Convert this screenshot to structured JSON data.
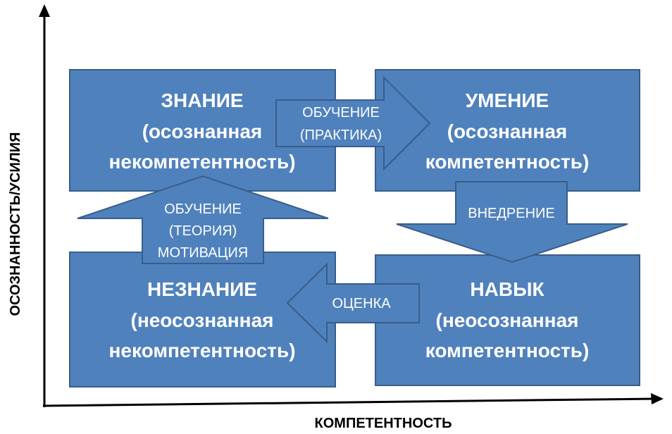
{
  "quadrants": {
    "knowledge": {
      "title": "ЗНАНИЕ",
      "line2": "(осознанная",
      "line3": "некомпетентность)"
    },
    "ability": {
      "title": "УМЕНИЕ",
      "line2": "(осознанная",
      "line3": "компетентность)"
    },
    "ignorance": {
      "title": "НЕЗНАНИЕ",
      "line2": "(неосознанная",
      "line3": "некомпетентность)"
    },
    "skill": {
      "title": "НАВЫК",
      "line2": "(неосознанная",
      "line3": "компетентность)"
    }
  },
  "arrows": {
    "practice": {
      "line1": "ОБУЧЕНИЕ",
      "line2": "(ПРАКТИКА)"
    },
    "theory": {
      "line1": "ОБУЧЕНИЕ",
      "line2": "(ТЕОРИЯ)",
      "line3": "МОТИВАЦИЯ"
    },
    "implementation": {
      "line1": "ВНЕДРЕНИЕ"
    },
    "assessment": {
      "line1": "ОЦЕНКА"
    }
  },
  "axes": {
    "x_label": "КОМПЕТЕНТНОСТЬ",
    "y_label": "ОСОЗНАННОСТЬ/УСИЛИЯ"
  },
  "colors": {
    "fill": "#4f81bd",
    "border": "#385d8a",
    "text": "#ffffff",
    "axis": "#000000"
  }
}
